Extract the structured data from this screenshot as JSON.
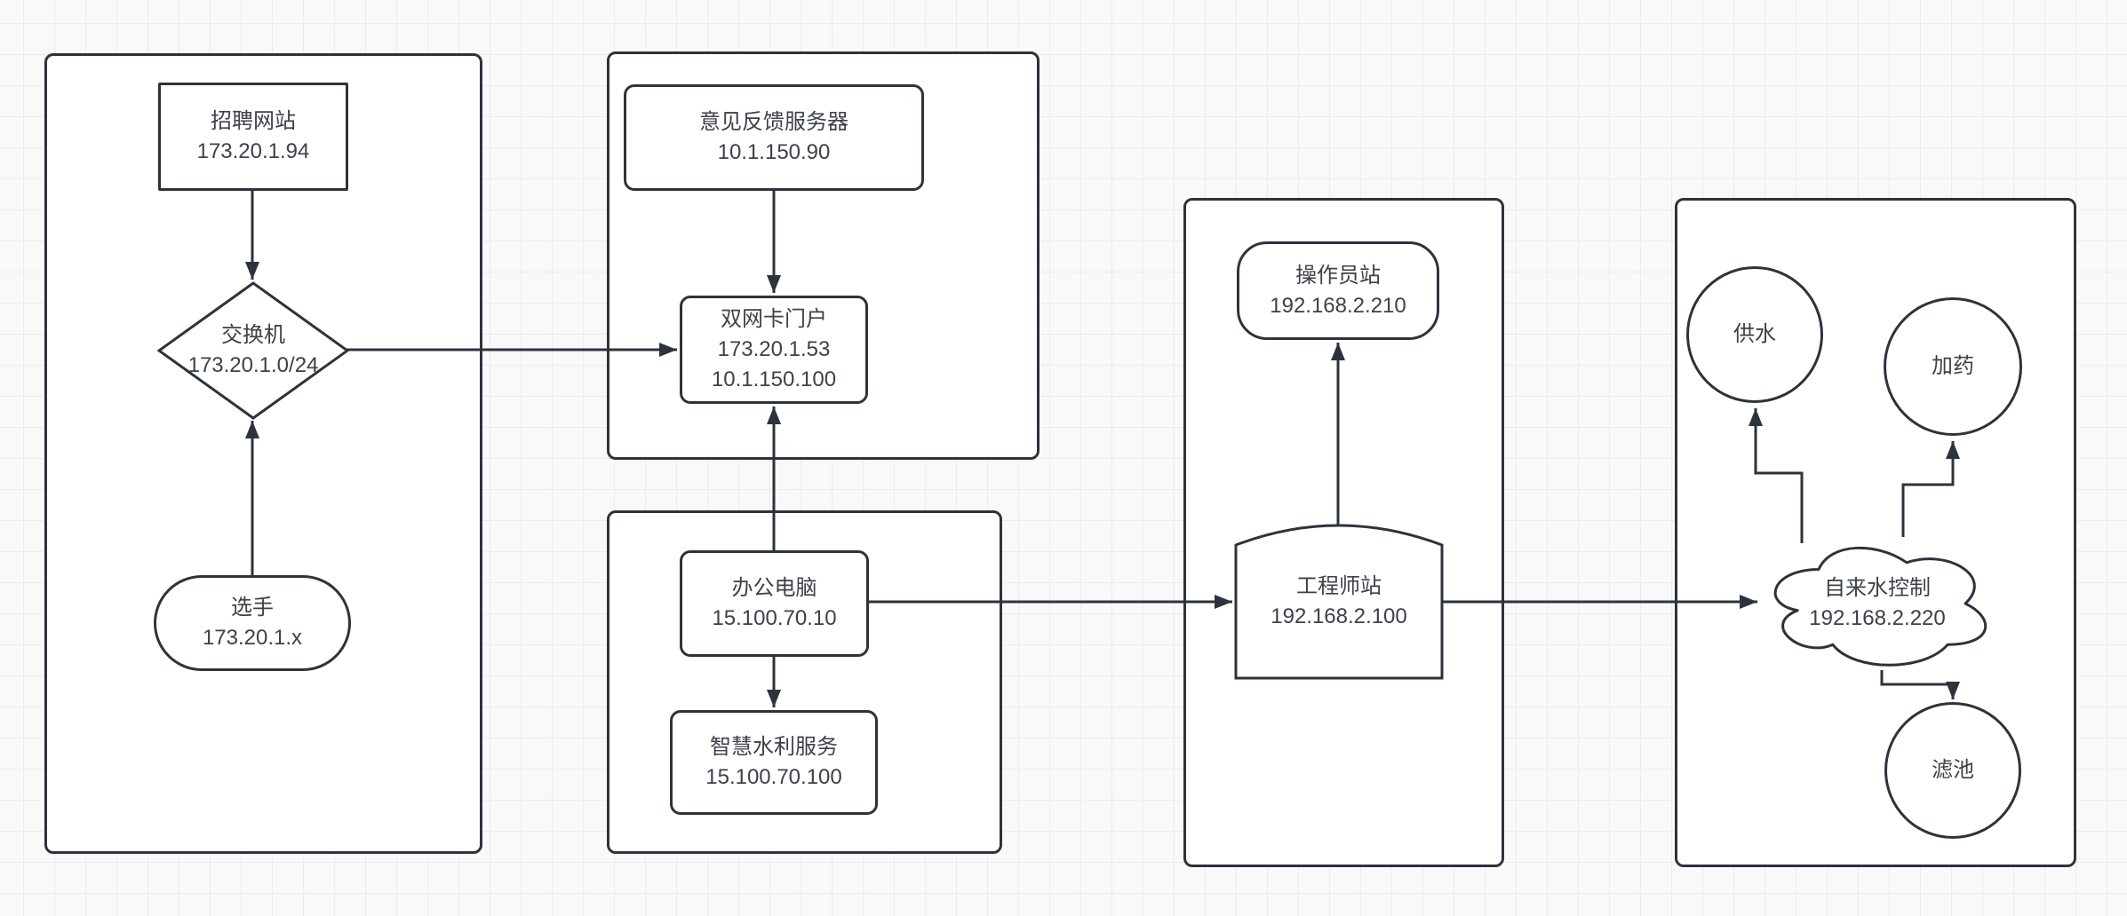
{
  "diagram": {
    "type": "network-topology-flowchart",
    "stroke_color": "#2d333c",
    "text_color": "#3c414a",
    "grid_color": "#ebecee",
    "background_color": "#f9f9fa",
    "shape_fill": "#ffffff"
  },
  "nodes": {
    "recruit_site": {
      "shape": "rectangle",
      "line1": "招聘网站",
      "line2": "173.20.1.94"
    },
    "switch": {
      "shape": "diamond",
      "line1": "交换机",
      "line2": "173.20.1.0/24"
    },
    "player": {
      "shape": "stadium",
      "line1": "选手",
      "line2": "173.20.1.x"
    },
    "feedback_server": {
      "shape": "rounded-rectangle",
      "line1": "意见反馈服务器",
      "line2": "10.1.150.90"
    },
    "dual_nic_portal": {
      "shape": "rounded-rectangle",
      "line1": "双网卡门户",
      "line2": "173.20.1.53",
      "line3": "10.1.150.100"
    },
    "office_pc": {
      "shape": "rounded-rectangle",
      "line1": "办公电脑",
      "line2": "15.100.70.10"
    },
    "smart_water_service": {
      "shape": "rounded-rectangle",
      "line1": "智慧水利服务",
      "line2": "15.100.70.100"
    },
    "operator_station": {
      "shape": "rounded-rectangle",
      "line1": "操作员站",
      "line2": "192.168.2.210"
    },
    "engineer_station": {
      "shape": "arched-rectangle",
      "line1": "工程师站",
      "line2": "192.168.2.100"
    },
    "water_control": {
      "shape": "cloud",
      "line1": "自来水控制",
      "line2": "192.168.2.220"
    },
    "water_supply": {
      "shape": "circle",
      "line1": "供水"
    },
    "dosing": {
      "shape": "circle",
      "line1": "加药"
    },
    "filter_pool": {
      "shape": "circle",
      "line1": "滤池"
    }
  },
  "edges": [
    {
      "from": "recruit_site",
      "to": "switch",
      "style": "straight"
    },
    {
      "from": "player",
      "to": "switch",
      "style": "straight"
    },
    {
      "from": "switch",
      "to": "dual_nic_portal",
      "style": "straight"
    },
    {
      "from": "feedback_server",
      "to": "dual_nic_portal",
      "style": "straight"
    },
    {
      "from": "office_pc",
      "to": "dual_nic_portal",
      "style": "straight"
    },
    {
      "from": "office_pc",
      "to": "smart_water_service",
      "style": "straight"
    },
    {
      "from": "office_pc",
      "to": "engineer_station",
      "style": "straight"
    },
    {
      "from": "engineer_station",
      "to": "operator_station",
      "style": "straight"
    },
    {
      "from": "engineer_station",
      "to": "water_control",
      "style": "straight"
    },
    {
      "from": "water_control",
      "to": "water_supply",
      "style": "elbow"
    },
    {
      "from": "water_control",
      "to": "dosing",
      "style": "elbow"
    },
    {
      "from": "water_control",
      "to": "filter_pool",
      "style": "elbow"
    }
  ]
}
